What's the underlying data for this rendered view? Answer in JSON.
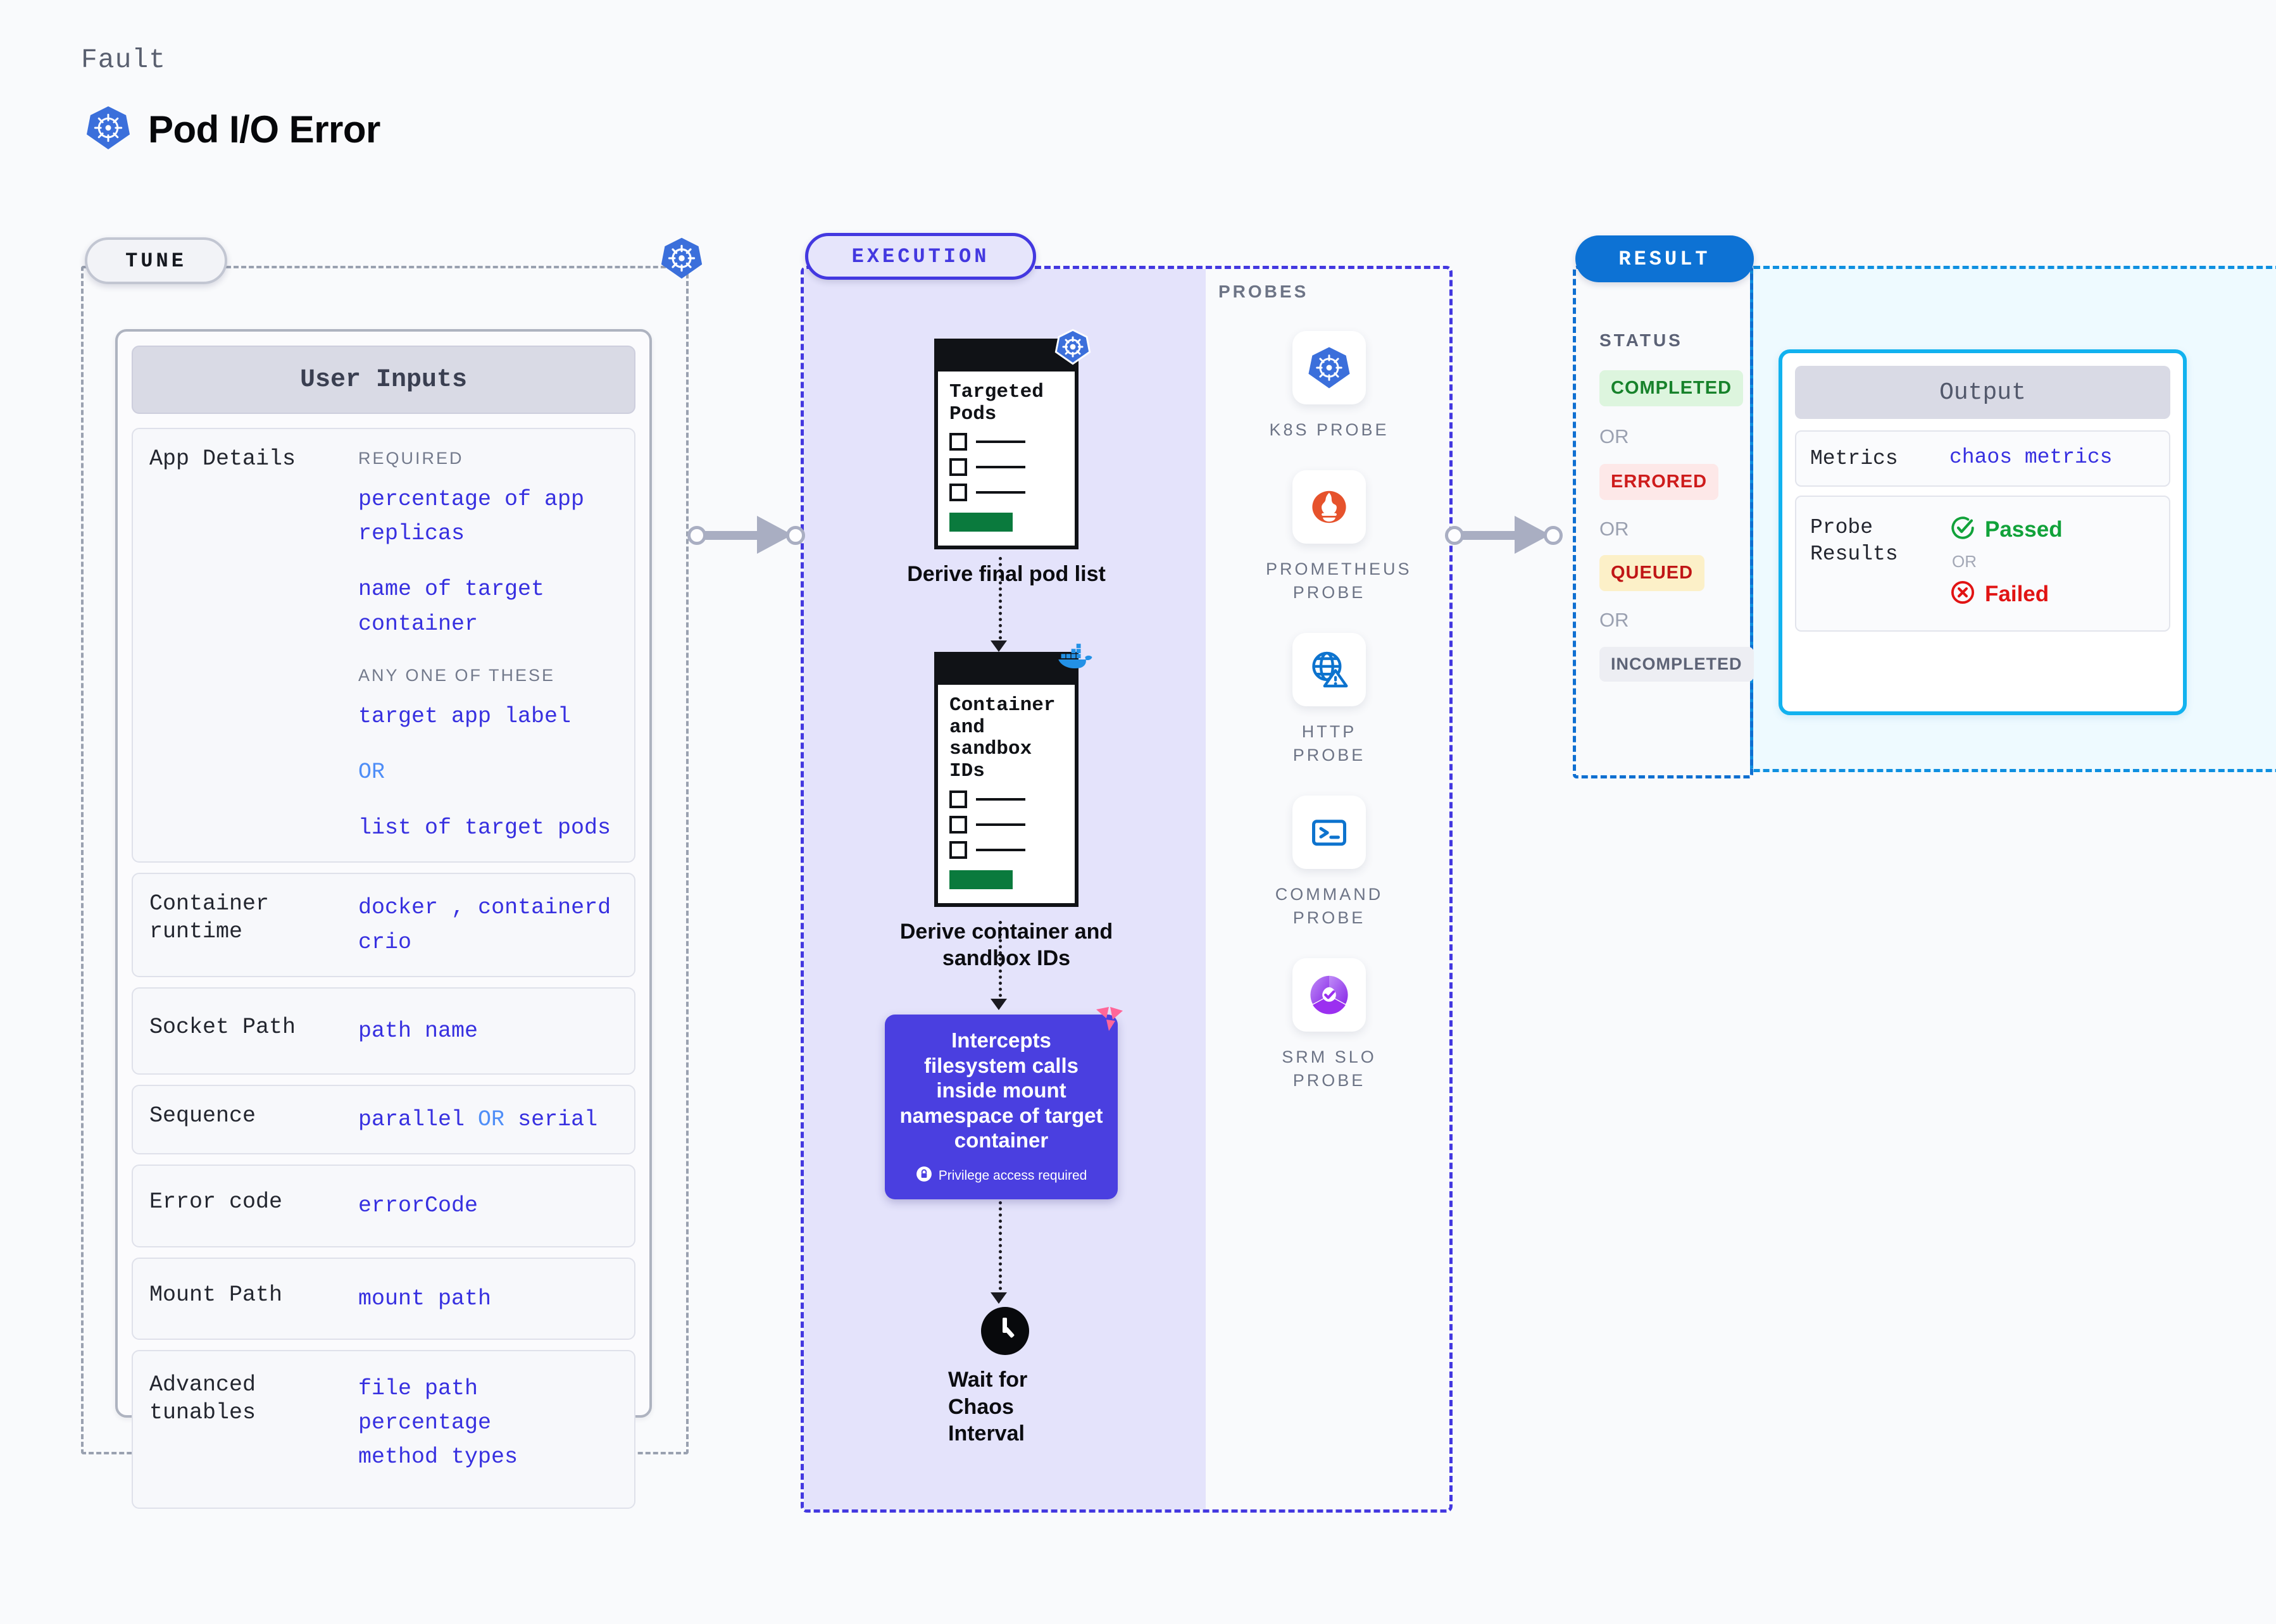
{
  "header": {
    "eyebrow": "Fault",
    "title": "Pod I/O Error",
    "icon": "kubernetes-icon"
  },
  "tune": {
    "tag": "TUNE",
    "badge_icon": "kubernetes-icon",
    "card_title": "User Inputs",
    "rows": [
      {
        "key": "App Details",
        "groups": [
          {
            "label": "REQUIRED",
            "values": [
              "percentage of app replicas",
              "name of target container"
            ]
          },
          {
            "label": "ANY ONE OF THESE",
            "values": [
              "target app label",
              "OR",
              "list of target pods"
            ]
          }
        ]
      },
      {
        "key": "Container runtime",
        "value_a": "docker",
        "value_sep": ",",
        "value_b": "containerd",
        "value_c": "crio"
      },
      {
        "key": "Socket Path",
        "value": "path name"
      },
      {
        "key": "Sequence",
        "value_a": "parallel",
        "value_or": "OR",
        "value_b": "serial"
      },
      {
        "key": "Error code",
        "value": "errorCode"
      },
      {
        "key": "Mount Path",
        "value": "mount path"
      },
      {
        "key": "Advanced tunables",
        "values": [
          "file path",
          "percentage",
          "method types"
        ]
      }
    ]
  },
  "execution": {
    "tag": "EXECUTION",
    "steps": [
      {
        "card_title": "Targeted Pods",
        "caption": "Derive final pod list",
        "badge_icon": "kubernetes-icon"
      },
      {
        "card_title": "Container and sandbox IDs",
        "caption": "Derive container and sandbox IDs",
        "badge_icon": "docker-icon"
      }
    ],
    "chaos": {
      "text": "Intercepts filesystem calls inside mount namespace of target container",
      "note": "Privilege access required",
      "note_icon": "lock-icon",
      "corner_icon": "litmus-icon",
      "color": "#4A3FE0"
    },
    "wait": {
      "caption": "Wait for Chaos Interval",
      "icon": "clock-icon"
    }
  },
  "probes": {
    "label": "PROBES",
    "items": [
      {
        "name": "K8S PROBE",
        "icon": "kubernetes-icon"
      },
      {
        "name": "PROMETHEUS PROBE",
        "icon": "prometheus-icon"
      },
      {
        "name": "HTTP PROBE",
        "icon": "globe-warning-icon"
      },
      {
        "name": "COMMAND PROBE",
        "icon": "terminal-icon"
      },
      {
        "name": "SRM SLO PROBE",
        "icon": "srm-slo-icon"
      }
    ]
  },
  "result": {
    "tag": "RESULT",
    "status_label": "STATUS",
    "statuses": [
      {
        "text": "COMPLETED",
        "bg": "#DDF5DE",
        "fg": "#17822B"
      },
      {
        "text": "ERRORED",
        "bg": "#FDE8E8",
        "fg": "#CE1C1C"
      },
      {
        "text": "QUEUED",
        "bg": "#FCF0C8",
        "fg": "#C01616"
      },
      {
        "text": "INCOMPLETED",
        "bg": "#EDEEF3",
        "fg": "#5D6376"
      }
    ],
    "or": "OR",
    "output": {
      "title": "Output",
      "metrics_key": "Metrics",
      "metrics_value": "chaos metrics",
      "probe_key": "Probe Results",
      "passed": "Passed",
      "failed": "Failed",
      "or": "OR",
      "passed_icon": "check-circle-icon",
      "failed_icon": "x-circle-icon"
    }
  }
}
